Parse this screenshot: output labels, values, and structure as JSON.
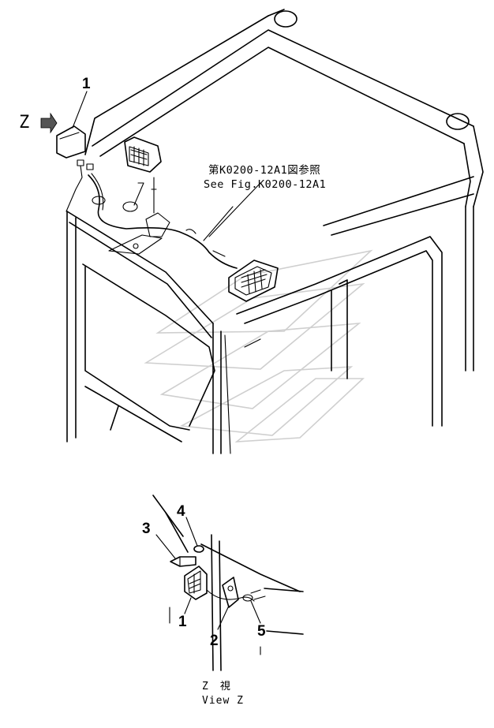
{
  "labels": {
    "main_lamp": "1",
    "zoom_lamp": "1",
    "bracket": "2",
    "bolt": "3",
    "washer": "4",
    "clamp": "5",
    "view_letter": "Z"
  },
  "reference": {
    "line_jp": "第K0200-12A1図参照",
    "line_en": "See Fig.K0200-12A1"
  },
  "view_caption": {
    "line_jp": "Z　視",
    "line_en": "View Z"
  },
  "icons": [
    "view-direction-arrow-icon",
    "watermark-logo"
  ]
}
